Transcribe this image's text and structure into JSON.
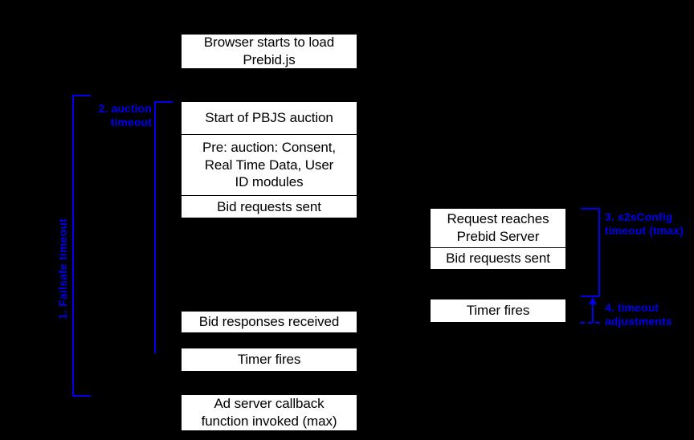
{
  "diagram": {
    "title": "Prebid.js timeout sequence diagram",
    "background_color": "#000000",
    "box_fill_color": "#ffffff",
    "box_text_color": "#000000",
    "annotation_color": "#0000ee"
  },
  "client_flow": {
    "browser_load_box": "Browser starts to load\nPrebid.js",
    "auction_group": [
      "Start of PBJS auction",
      "Pre: auction: Consent,\nReal Time Data, User\nID modules",
      "Bid requests sent"
    ],
    "bid_responses_box": "Bid responses received",
    "timer_fires_box": "Timer fires",
    "ad_server_callback_box": "Ad server callback\nfunction invoked (max)"
  },
  "server_flow": {
    "server_group": [
      "Request reaches\nPrebid Server",
      "Bid requests sent"
    ],
    "timer_fires_box": "Timer fires"
  },
  "annotations": {
    "failsafe": "1. Failsafe timeout",
    "auction_timeout": "2. auction\ntimeout",
    "s2s_config": "3. s2sConfig\ntimeout (tmax)",
    "timeout_adjustments": "4. timeout\nadjustments"
  }
}
